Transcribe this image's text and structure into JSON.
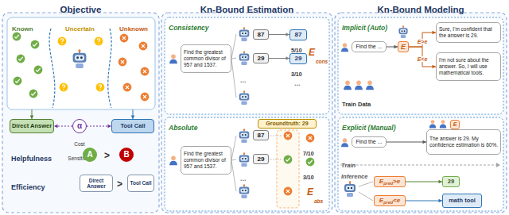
{
  "diagram": {
    "nodes": [
      {
        "text": [
          "Objective"
        ]
      },
      {
        "text": [
          "Known",
          "Uncertain",
          "Unknown"
        ],
        "in": 0
      },
      {
        "text": [
          "Direct Answer"
        ],
        "in": 0
      },
      {
        "text": [
          "α",
          "Cost Sensitivity"
        ],
        "in": 0
      },
      {
        "text": [
          "Tool Call"
        ],
        "in": 0
      },
      {
        "text": [
          "A"
        ],
        "in": 0
      },
      {
        "text": [
          "B"
        ],
        "in": 0
      },
      {
        "text": [
          "Direct Answer"
        ],
        "in": 0
      },
      {
        "text": [
          "Tool Call"
        ],
        "in": 0
      },
      {
        "text": [
          "Kn-Bound Estimation"
        ]
      },
      {
        "text": [
          "Consistency"
        ],
        "in": 9
      },
      {
        "text": [
          "Find the greatest common divisor of 957 and 1537."
        ],
        "in": 10
      },
      {
        "text": [
          "87"
        ],
        "in": 10
      },
      {
        "text": [
          "29"
        ],
        "in": 10
      },
      {
        "text": [
          "87"
        ],
        "in": 10
      },
      {
        "text": [
          "29"
        ],
        "in": 10
      },
      {
        "text": [
          "Absolute"
        ],
        "in": 9
      },
      {
        "text": [
          "Find the greatest common divisor of 957 and 1537."
        ],
        "in": 16
      },
      {
        "text": [
          "87"
        ],
        "in": 16
      },
      {
        "text": [
          "29"
        ],
        "in": 16
      },
      {
        "text": [
          "Groundtruth: 29"
        ],
        "in": 16
      },
      {
        "text": [
          "Kn-Bound Modeling"
        ]
      },
      {
        "text": [
          "Implicit (Auto)"
        ],
        "in": 21
      },
      {
        "text": [
          "Find the ..."
        ],
        "in": 22
      },
      {
        "text": [
          "E"
        ],
        "in": 22
      },
      {
        "text": [
          "Sure, I'm confident that the answer is 29."
        ],
        "in": 22
      },
      {
        "text": [
          "I'm not sure about the answer. So, I will use mathematical tools."
        ],
        "in": 22
      },
      {
        "text": [
          "Explicit (Manual)"
        ],
        "in": 21
      },
      {
        "text": [
          "E"
        ],
        "in": 27
      },
      {
        "text": [
          "Find the ..."
        ],
        "in": 27
      },
      {
        "text": [
          "The answer is 29. My confidence estimation is 60%."
        ],
        "in": 27
      },
      {
        "text": [
          "E",
          "pred",
          ">e"
        ],
        "in": 27
      },
      {
        "text": [
          "29"
        ],
        "in": 27
      },
      {
        "text": [
          "E",
          "pred",
          "<e"
        ],
        "in": 27
      },
      {
        "text": [
          "math tool"
        ],
        "in": 27
      }
    ],
    "edges": [
      {
        "from": 1,
        "to": 2,
        "arrow": "to"
      },
      {
        "from": 1,
        "to": 4,
        "arrow": "to"
      },
      {
        "from": 3,
        "to": 2,
        "arrow": "to"
      },
      {
        "from": 3,
        "to": 4,
        "arrow": "to"
      },
      {
        "from": 12,
        "to": 14,
        "arrow": "to"
      },
      {
        "from": 13,
        "to": 15,
        "arrow": "to"
      },
      {
        "from": 23,
        "to": 24,
        "arrow": "to"
      },
      {
        "from": 24,
        "to": 25,
        "label": "E>e",
        "arrow": "to"
      },
      {
        "from": 24,
        "to": 26,
        "label": "E<e",
        "arrow": "to"
      },
      {
        "from": 29,
        "to": 30,
        "arrow": "to"
      },
      {
        "from": 31,
        "to": 32,
        "arrow": "to"
      },
      {
        "from": 33,
        "to": 34,
        "arrow": "to"
      }
    ],
    "labels": [
      "Helpfulness",
      ">",
      "Efficiency",
      ">",
      "...",
      "5/10",
      "3/10",
      "...",
      "E",
      "cons",
      "...",
      "7/10",
      "3/10",
      "E",
      "abs",
      "Train Data",
      "Train",
      "Inference"
    ]
  }
}
